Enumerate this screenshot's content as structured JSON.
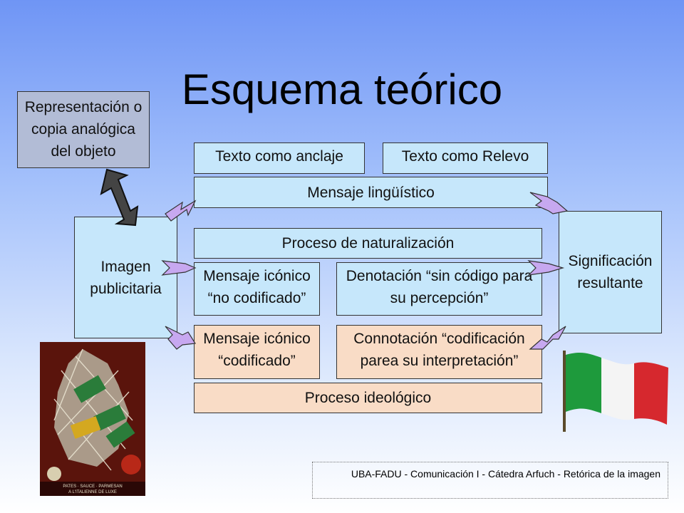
{
  "title": "Esquema teórico",
  "boxes": {
    "representacion": "Representación o copia analógica del objeto",
    "texto_anclaje": "Texto como anclaje",
    "texto_relevo": "Texto como Relevo",
    "mensaje_linguistico": "Mensaje lingüístico",
    "imagen_publicitaria": "Imagen publicitaria",
    "proceso_naturalizacion": "Proceso de naturalización",
    "mensaje_iconico_no_codificado": "Mensaje icónico “no codificado”",
    "denotacion": "Denotación “sin código para su percepción”",
    "mensaje_iconico_codificado": "Mensaje icónico “codificado”",
    "connotacion": "Connotación “codificación parea su interpretación”",
    "proceso_ideologico": "Proceso ideológico",
    "significacion_resultante": "Significación resultante"
  },
  "footer": "UBA-FADU - Comunicación I - Cátedra Arfuch - Retórica de la imagen",
  "photo_text": "PATES · SAUCE · PARMESAN\nA L'ITALIENNE DE LUXE",
  "colors": {
    "blue_box": "#c6e7fb",
    "peach_box": "#f9dcc6",
    "grey_box": "#b2bcd6",
    "arrow": "#c7a8f0"
  },
  "icons": [
    "double-arrow-icon",
    "chevron-arrow-icon",
    "italian-flag-icon",
    "pasta-photo-icon"
  ]
}
